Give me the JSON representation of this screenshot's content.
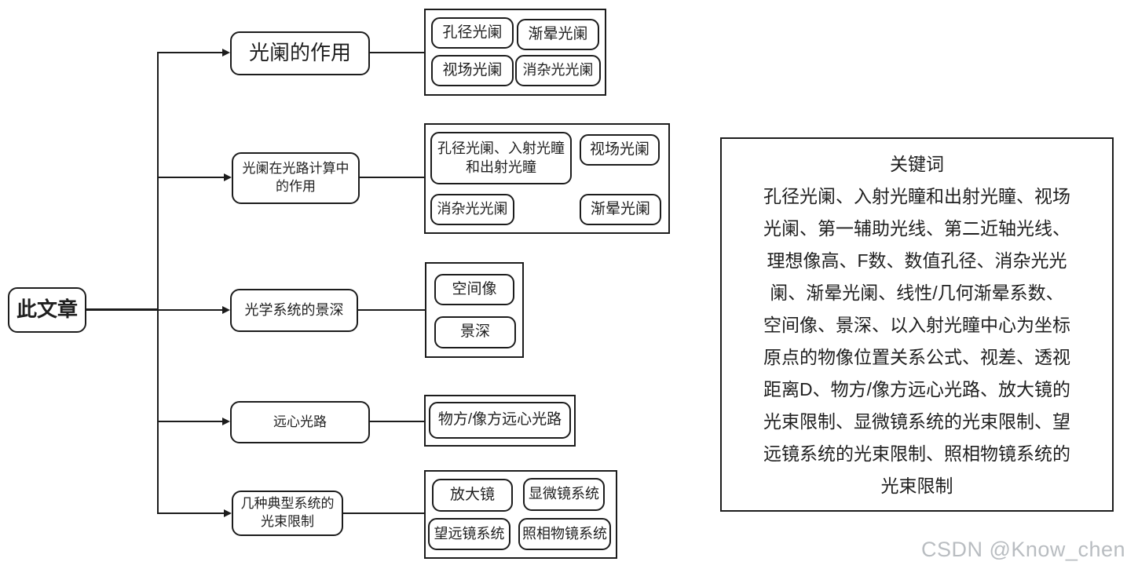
{
  "root": {
    "label": "此文章"
  },
  "branches": [
    {
      "label": "光阑的作用",
      "children": [
        "孔径光阑",
        "渐晕光阑",
        "视场光阑",
        "消杂光光阑"
      ]
    },
    {
      "label": "光阑在光路计算中\n的作用",
      "children": [
        "孔径光阑、入射光瞳\n和出射光瞳",
        "视场光阑",
        "消杂光光阑",
        "渐晕光阑"
      ]
    },
    {
      "label": "光学系统的景深",
      "children": [
        "空间像",
        "景深"
      ]
    },
    {
      "label": "远心光路",
      "children": [
        "物方/像方远心光路"
      ]
    },
    {
      "label": "几种典型系统的\n光束限制",
      "children": [
        "放大镜",
        "显微镜系统",
        "望远镜系统",
        "照相物镜系统"
      ]
    }
  ],
  "keywords": {
    "title": "关键词",
    "lines": [
      "孔径光阑、入射光瞳和出射光瞳、视场",
      "光阑、第一辅助光线、第二近轴光线、",
      "理想像高、F数、数值孔径、消杂光光",
      "阑、渐晕光阑、线性/几何渐晕系数、",
      "空间像、景深、以入射光瞳中心为坐标",
      "原点的物像位置关系公式、视差、透视",
      "距离D、物方/像方远心光路、放大镜的",
      "光束限制、显微镜系统的光束限制、望",
      "远镜系统的光束限制、照相物镜系统的",
      "光束限制"
    ]
  },
  "watermark": "CSDN @Know_chen",
  "colors": {
    "line": "#1c1c1c",
    "text": "#1f1f1f",
    "watermark_gray": "#b9bdc1"
  }
}
